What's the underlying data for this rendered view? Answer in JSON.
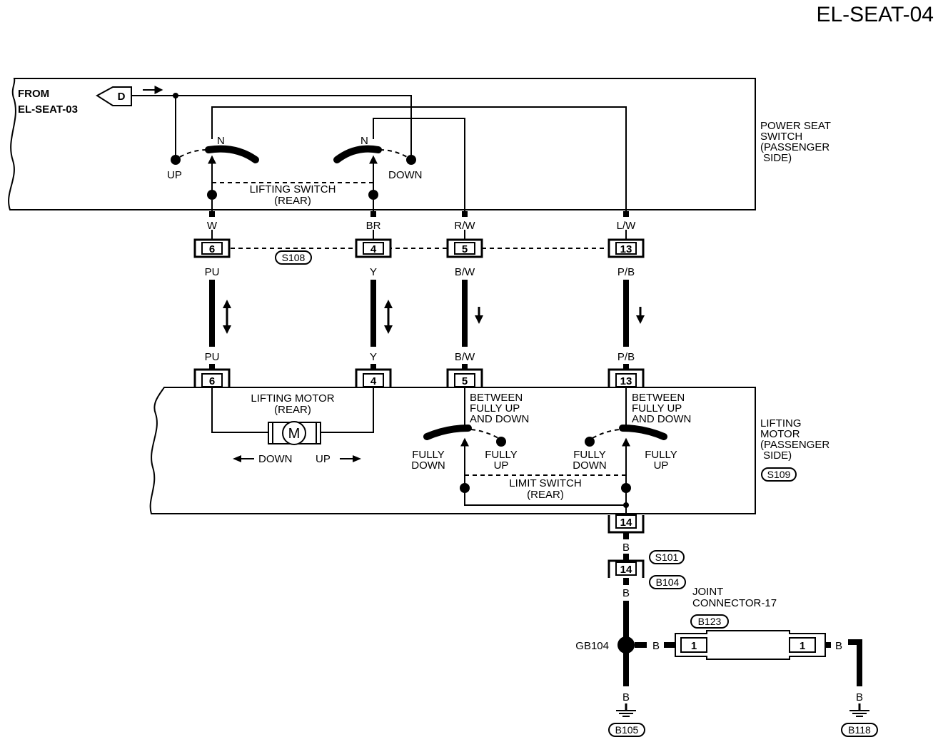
{
  "page_id": "EL-SEAT-04",
  "from_ref": {
    "line1": "FROM",
    "line2": "EL-SEAT-03",
    "connector_letter": "D"
  },
  "switch": {
    "component": [
      "POWER SEAT",
      "SWITCH",
      "(PASSENGER",
      " SIDE)"
    ],
    "name": [
      "LIFTING SWITCH",
      "(REAR)"
    ],
    "up": "UP",
    "down": "DOWN",
    "neutral": "N"
  },
  "wires_top": [
    "W",
    "BR",
    "R/W",
    "L/W"
  ],
  "pins": [
    "6",
    "4",
    "5",
    "13"
  ],
  "connector_s108": "S108",
  "wires_mid": [
    "PU",
    "Y",
    "B/W",
    "P/B"
  ],
  "motor": {
    "component": [
      "LIFTING",
      "MOTOR",
      "(PASSENGER",
      " SIDE)"
    ],
    "connector": "S109",
    "name": [
      "LIFTING MOTOR",
      "(REAR)"
    ],
    "symbol": "M",
    "down": "DOWN",
    "up": "UP"
  },
  "limit_switch": {
    "name": [
      "LIMIT SWITCH",
      "(REAR)"
    ],
    "between": [
      "BETWEEN",
      "FULLY UP",
      "AND DOWN"
    ],
    "fully_down": [
      "FULLY",
      "DOWN"
    ],
    "fully_up": [
      "FULLY",
      "UP"
    ]
  },
  "ground_circuit": {
    "pin_motor": "14",
    "wire_b": "B",
    "connector_s101": "S101",
    "pin_b104": "14",
    "connector_b104": "B104",
    "ground_point": "GB104",
    "joint_label": [
      "JOINT",
      "CONNECTOR-17"
    ],
    "joint_connector": "B123",
    "joint_pin": "1",
    "ground_left": "B105",
    "ground_right": "B118"
  }
}
